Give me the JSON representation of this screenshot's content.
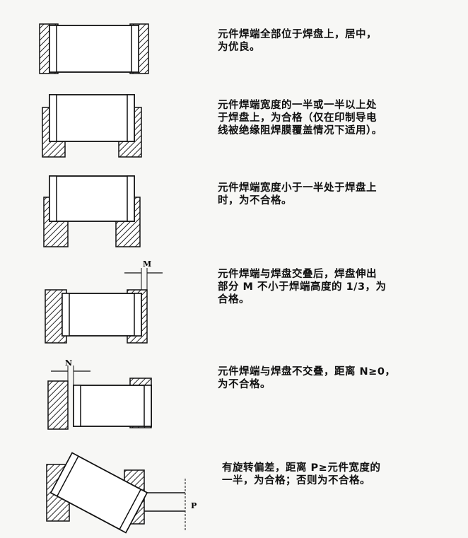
{
  "rows": [
    {
      "id": "r1",
      "text": "元件焊端全部位于焊盘上，居中，\n为优良。"
    },
    {
      "id": "r2",
      "text": "元件焊端宽度的一半或一半以上处\n于焊盘上，为合格（仅在印制导电\n线被绝缘阻焊膜覆盖情况下适用）。"
    },
    {
      "id": "r3",
      "text": "元件焊端宽度小于一半处于焊盘上\n时，为不合格。"
    },
    {
      "id": "r4",
      "text": "元件焊端与焊盘交叠后，焊盘伸出\n部分 M 不小于焊端高度的 1/3，为\n合格。",
      "label": "M"
    },
    {
      "id": "r5",
      "text": "元件焊端与焊盘不交叠，距离 N≥0，\n为不合格。",
      "label": "N"
    },
    {
      "id": "r6",
      "text": "有旋转偏差，距离 P≥元件宽度的\n一半，为合格；否则为不合格。",
      "label": "P"
    }
  ]
}
